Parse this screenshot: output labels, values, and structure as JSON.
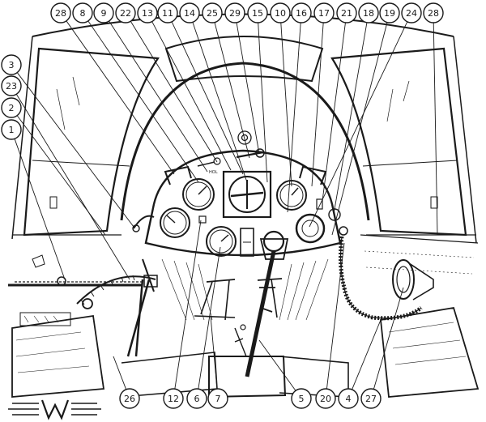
{
  "callouts_top": [
    "28",
    "8",
    "9",
    "22",
    "13",
    "11",
    "14",
    "25",
    "29",
    "15",
    "10",
    "16",
    "17",
    "21",
    "18",
    "19",
    "24",
    "28"
  ],
  "callouts_left": [
    "3",
    "23",
    "2",
    "1"
  ],
  "callouts_bottom": [
    "26",
    "12",
    "6",
    "7",
    "5",
    "20",
    "4",
    "27"
  ],
  "panel": {
    "switch_label": "HOL"
  },
  "colors": {
    "ink": "#1a1a1a",
    "paper": "#ffffff"
  }
}
